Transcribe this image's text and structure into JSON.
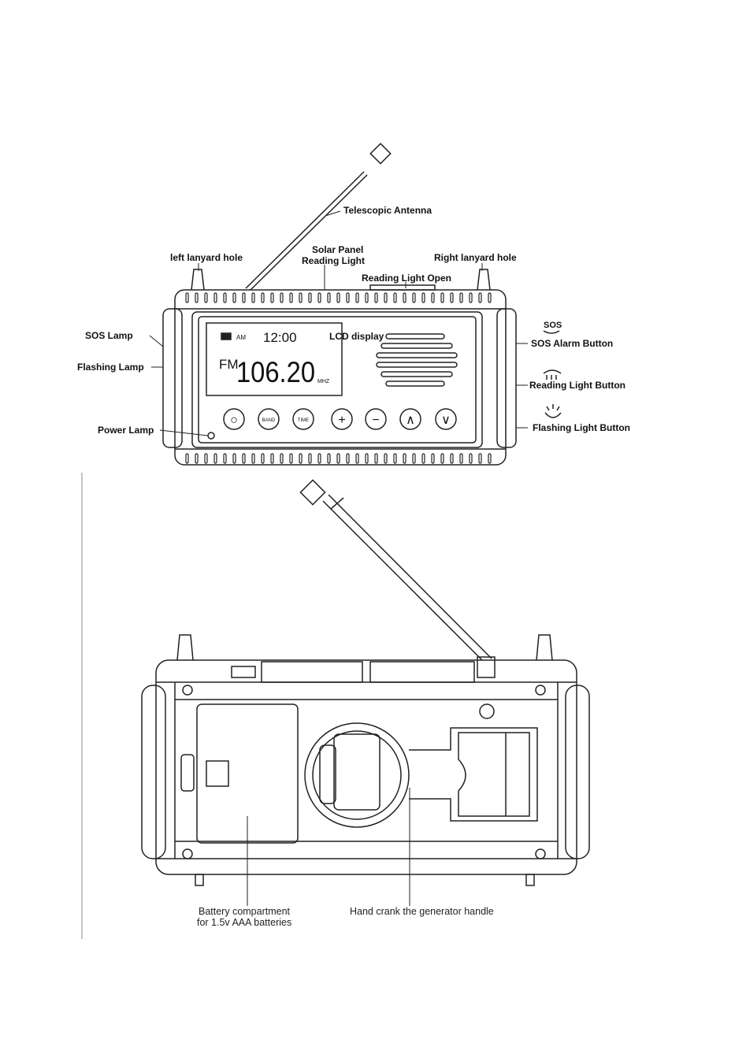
{
  "front_view": {
    "labels": {
      "telescopic_antenna": "Telescopic Antenna",
      "solar_panel": "Solar Panel",
      "reading_light": "Reading Light",
      "left_lanyard_hole": "left lanyard hole",
      "right_lanyard_hole": "Right lanyard hole",
      "reading_light_open": "Reading Light Open",
      "sos_lamp": "SOS Lamp",
      "flashing_lamp": "Flashing Lamp",
      "lcd_display": "LCD display",
      "sos_alarm_button": "SOS Alarm Button",
      "reading_light_button": "Reading Light Button",
      "flashing_light_button": "Flashing Light Button",
      "power_lamp": "Power Lamp"
    },
    "lcd": {
      "am": "AM",
      "clock": "12:00",
      "band": "FM",
      "frequency": "106.20",
      "unit": "MHZ"
    },
    "sos_icon_text": "SOS",
    "buttons": [
      {
        "name": "power",
        "symbol": "○"
      },
      {
        "name": "band",
        "symbol": "BAND"
      },
      {
        "name": "time",
        "symbol": "TIME"
      },
      {
        "name": "plus",
        "symbol": "+"
      },
      {
        "name": "minus",
        "symbol": "−"
      },
      {
        "name": "up",
        "symbol": "∧"
      },
      {
        "name": "down",
        "symbol": "∨"
      }
    ]
  },
  "back_view": {
    "battery_caption_line1": "Battery compartment",
    "battery_caption_line2": "for 1.5v AAA batteries",
    "crank_caption": "Hand crank the generator handle"
  },
  "colors": {
    "line": "#222222",
    "background": "#ffffff"
  }
}
